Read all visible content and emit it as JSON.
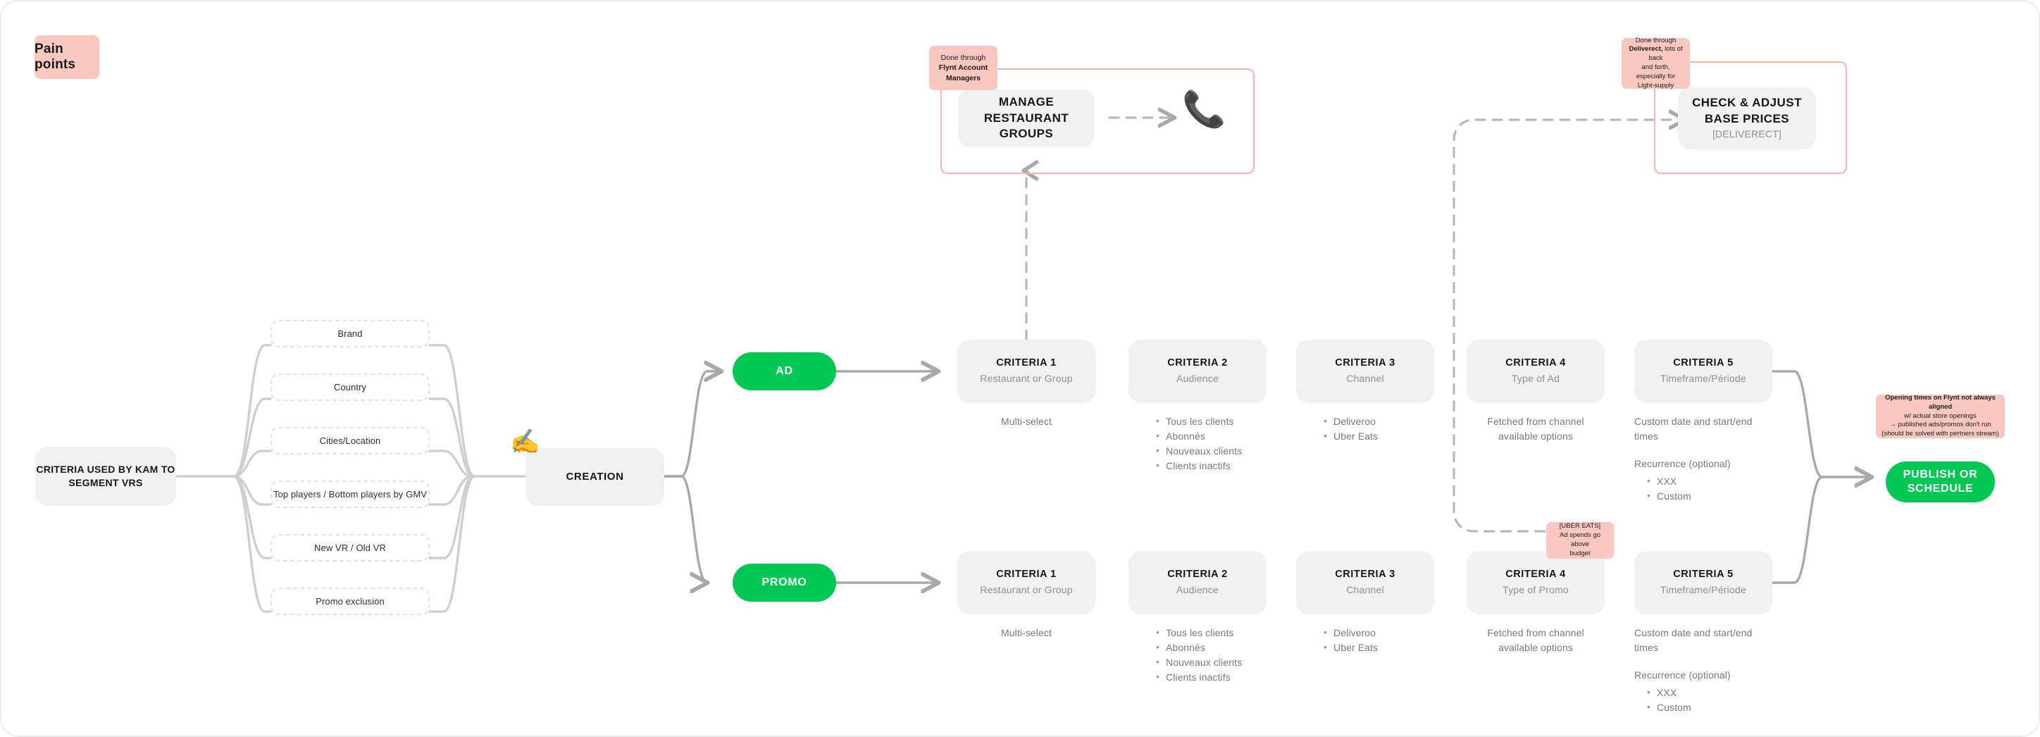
{
  "legend": {
    "label": "Pain points"
  },
  "colors": {
    "pain_pink": "#fbc8c0",
    "frame_pink": "#f9b5ab",
    "accent_green": "#00c853",
    "node_grey": "#f1f1f1",
    "edge_grey": "#a9a9a9",
    "muted_text": "#8b8f93"
  },
  "root": {
    "label_line1": "CRITERIA USED BY KAM TO",
    "label_line2": "SEGMENT VRS"
  },
  "segment_chips": [
    {
      "label": "Brand"
    },
    {
      "label": "Country"
    },
    {
      "label": "Cities/Location"
    },
    {
      "label": "Top players / Bottom players by GMV"
    },
    {
      "label": "New VR / Old VR"
    },
    {
      "label": "Promo exclusion"
    }
  ],
  "creation": {
    "label": "CREATION",
    "icon": "writing-hand-emoji",
    "glyph": "✍️"
  },
  "branches": [
    {
      "id": "ad",
      "label": "AD"
    },
    {
      "id": "promo",
      "label": "PROMO"
    }
  ],
  "ad_row": {
    "criteria": [
      {
        "title": "CRITERIA 1",
        "sub": "Restaurant or Group",
        "caption_type": "center",
        "caption_lines": [
          "Multi-select"
        ],
        "bullets": []
      },
      {
        "title": "CRITERIA 2",
        "sub": "Audience",
        "caption_type": "list",
        "caption_lines": [],
        "bullets": [
          "Tous les clients",
          "Abonnés",
          "Nouveaux clients",
          "Clients inactifs"
        ]
      },
      {
        "title": "CRITERIA 3",
        "sub": "Channel",
        "caption_type": "list",
        "caption_lines": [],
        "bullets": [
          "Deliveroo",
          "Uber Eats"
        ]
      },
      {
        "title": "CRITERIA 4",
        "sub": "Type of Ad",
        "caption_type": "center",
        "caption_lines": [
          "Fetched from channel",
          "available options"
        ],
        "bullets": []
      },
      {
        "title": "CRITERIA 5",
        "sub": "Timeframe/Période",
        "caption_type": "recurrence",
        "caption_lines": [
          "Custom date and start/end",
          "times"
        ],
        "recurrence_label": "Recurrence (optional)",
        "bullets": [
          "XXX",
          "Custom"
        ]
      }
    ]
  },
  "promo_row": {
    "criteria": [
      {
        "title": "CRITERIA 1",
        "sub": "Restaurant or Group",
        "caption_type": "center",
        "caption_lines": [
          "Multi-select"
        ],
        "bullets": []
      },
      {
        "title": "CRITERIA 2",
        "sub": "Audience",
        "caption_type": "list",
        "caption_lines": [],
        "bullets": [
          "Tous les clients",
          "Abonnés",
          "Nouveaux clients",
          "Clients inactifs"
        ]
      },
      {
        "title": "CRITERIA 3",
        "sub": "Channel",
        "caption_type": "list",
        "caption_lines": [],
        "bullets": [
          "Deliveroo",
          "Uber Eats"
        ]
      },
      {
        "title": "CRITERIA 4",
        "sub": "Type of Promo",
        "caption_type": "center",
        "caption_lines": [
          "Fetched from channel",
          "available options"
        ],
        "bullets": []
      },
      {
        "title": "CRITERIA 5",
        "sub": "Timeframe/Période",
        "caption_type": "recurrence",
        "caption_lines": [
          "Custom date and start/end",
          "times"
        ],
        "recurrence_label": "Recurrence (optional)",
        "bullets": [
          "XXX",
          "Custom"
        ]
      }
    ]
  },
  "manage_groups": {
    "title_line1": "MANAGE RESTAURANT",
    "title_line2": "GROUPS",
    "icon": "telephone-receiver-emoji",
    "glyph": "📞"
  },
  "base_prices": {
    "title_line1": "CHECK & ADJUST",
    "title_line2": "BASE PRICES",
    "sub": "[DELIVERECT]"
  },
  "annotations": {
    "account_managers": {
      "line1": "Done through",
      "line2": "Flynt Account",
      "line3": "Managers"
    },
    "deliverect": {
      "line1": "Done through",
      "strong": "Deliverect,",
      "rest1": " lots of back",
      "line2": "and forth, especially for",
      "line3": "Light-supply"
    },
    "uber_eats_budget": {
      "line1": "[UBER EATS]",
      "line2": "Ad spends go above",
      "line3": "budget"
    },
    "opening_times": {
      "line1": "Opening times on Flynt not always aligned",
      "line2": "w/ actual store openings",
      "line3": "→ published ads/promos don't run",
      "line4": "(should be solved with pertners stream)"
    }
  },
  "publish": {
    "line1": "PUBLISH OR",
    "line2": "SCHEDULE"
  }
}
